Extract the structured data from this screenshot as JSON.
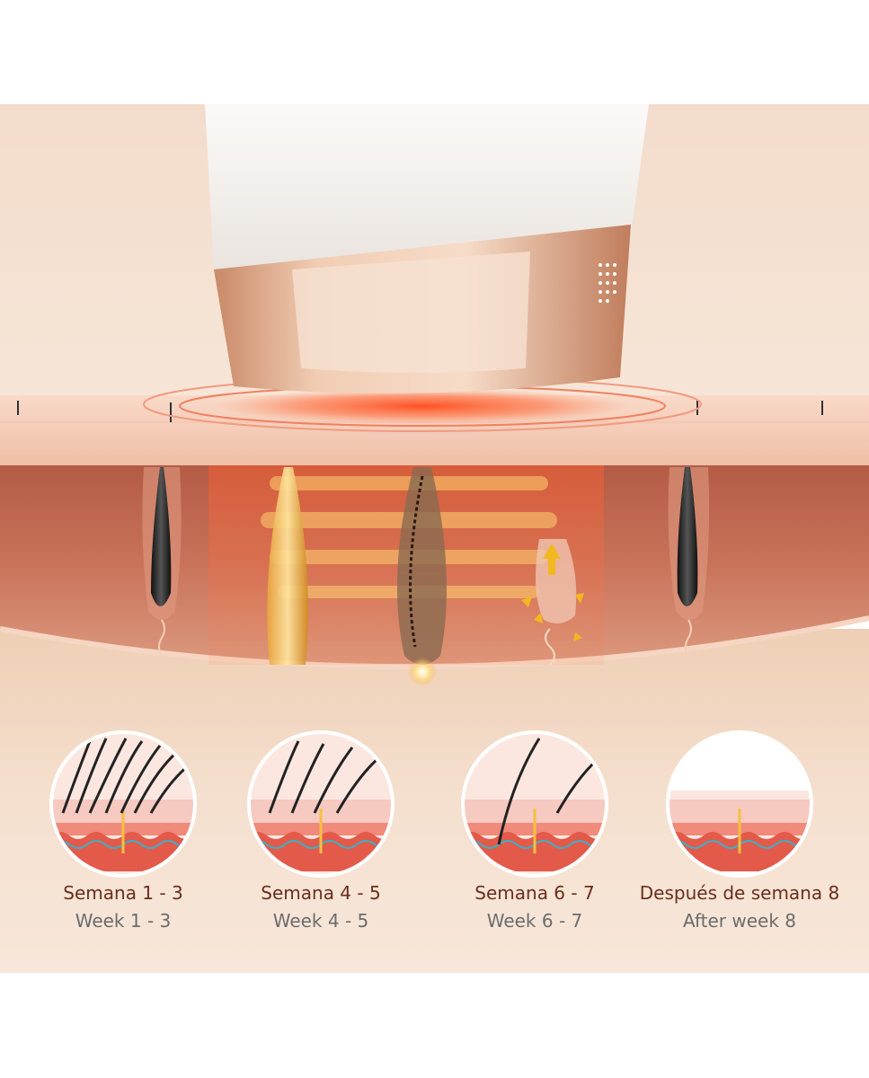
{
  "stages": [
    {
      "label_es": "Semana 1 - 3",
      "label_en": "Week 1 - 3",
      "hair_density": "dense"
    },
    {
      "label_es": "Semana 4 - 5",
      "label_en": "Week 4 - 5",
      "hair_density": "medium"
    },
    {
      "label_es": "Semana 6 - 7",
      "label_en": "Week 6 - 7",
      "hair_density": "sparse"
    },
    {
      "label_es": "Después de semana 8",
      "label_en": "After week 8",
      "hair_density": "none"
    }
  ],
  "colors": {
    "background_top": "#f4e2d2",
    "skin_surface": "#f6cdb8",
    "dermis": "#c86c52",
    "label_spanish": "#6b2e1c",
    "label_english": "#6c6c6c",
    "device_white": "#f4f1ee",
    "device_gold": "#e3b89a",
    "light_glow": "#ff5a2a"
  },
  "icons": [
    "ipl-device-icon",
    "hair-follicle-icon",
    "light-pulse-icon",
    "arrow-up-icon"
  ]
}
